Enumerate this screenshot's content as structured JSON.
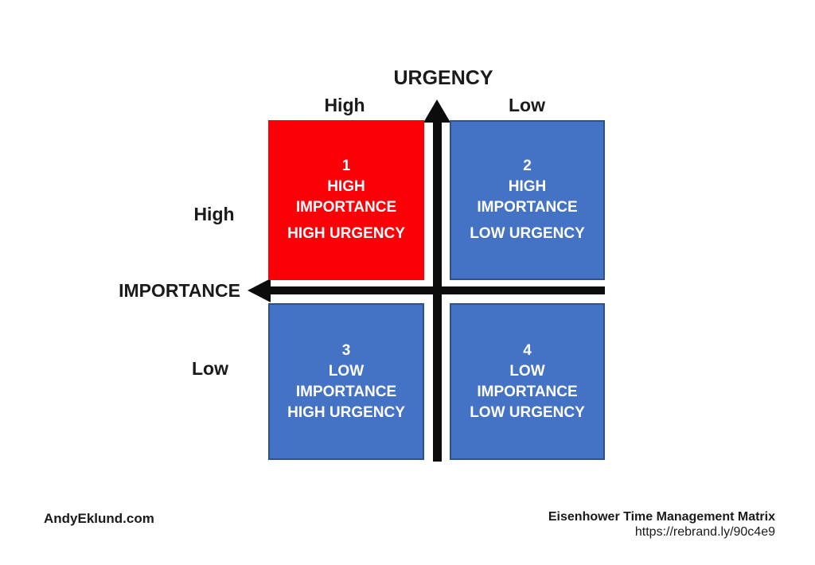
{
  "diagram": {
    "type": "quadrant-matrix",
    "name": "Eisenhower Time Management Matrix"
  },
  "axes": {
    "urgency_title": "URGENCY",
    "urgency_high": "High",
    "urgency_low": "Low",
    "importance_title": "IMPORTANCE",
    "importance_high": "High",
    "importance_low": "Low"
  },
  "quadrants": [
    {
      "number": "1",
      "line1": "HIGH",
      "line2": "IMPORTANCE",
      "line3": "HIGH URGENCY",
      "fill": "#fb0007",
      "border": "none",
      "text_color": "#ffffff"
    },
    {
      "number": "2",
      "line1": "HIGH",
      "line2": "IMPORTANCE",
      "line3": "LOW URGENCY",
      "fill": "#4472c4",
      "border": "#2f528f",
      "text_color": "#ffffff"
    },
    {
      "number": "3",
      "line1": "LOW",
      "line2": "IMPORTANCE",
      "line3": "HIGH URGENCY",
      "fill": "#4472c4",
      "border": "#2f528f",
      "text_color": "#ffffff"
    },
    {
      "number": "4",
      "line1": "LOW",
      "line2": "IMPORTANCE",
      "line3": "LOW URGENCY",
      "fill": "#4472c4",
      "border": "#2f528f",
      "text_color": "#ffffff"
    }
  ],
  "footer": {
    "left": "AndyEklund.com",
    "right_title": "Eisenhower Time Management Matrix",
    "right_url": "https://rebrand.ly/90c4e9"
  },
  "colors": {
    "background": "#ffffff",
    "axis": "#0c0c0c",
    "label_text": "#1a1a1a",
    "quadrant_red": "#fb0007",
    "quadrant_blue": "#4472c4",
    "quadrant_blue_border": "#2f528f"
  }
}
